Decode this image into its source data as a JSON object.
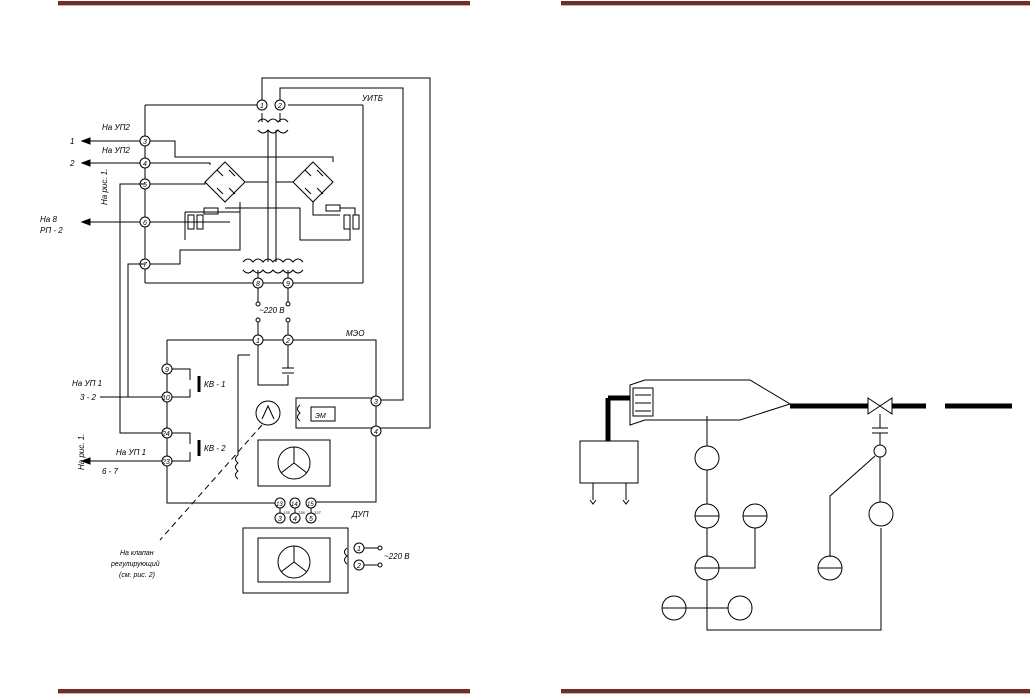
{
  "page": {
    "accent_color": "#6e2f2c"
  },
  "left_diagram": {
    "block_uitb": "УИТБ",
    "block_meo": "МЭО",
    "block_dup": "ДУП",
    "to_up2_a": "На УП2",
    "to_up2_b": "На УП2",
    "out_1": "1",
    "out_2": "2",
    "see_fig": "На рис. 1.",
    "to_8_line1": "На 8",
    "to_8_line2": "РП - 2",
    "to_up1_a": "На УП 1",
    "out_3_2": "3 - 2",
    "to_up1_b": "На УП 1",
    "out_6_7": "6 - 7",
    "see_fig_2": "На рис. 1.",
    "kv1": "КВ - 1",
    "kv2": "КВ - 2",
    "em": "ЭМ",
    "supply_top": "~220 В",
    "supply_dup": "~220 В",
    "valve_line1": "На клапан",
    "valve_line2": "регулирующий",
    "valve_line3": "(см. рис. 2)",
    "uitb_terms": [
      "1",
      "2",
      "3",
      "4",
      "5",
      "6",
      "7",
      "8",
      "9"
    ],
    "meo_terms": [
      "1",
      "2",
      "3",
      "4",
      "9",
      "10",
      "24",
      "23",
      "13",
      "14",
      "15"
    ],
    "dup_terms": [
      "3",
      "4",
      "5",
      "1",
      "2"
    ],
    "small_codes": [
      "135",
      "136",
      "137"
    ]
  }
}
